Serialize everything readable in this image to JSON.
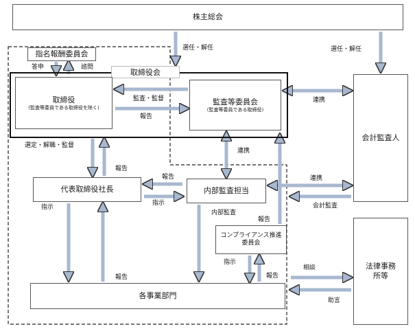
{
  "nodes": {
    "shareholders": "株主総会",
    "nomination": "指名報酬委員会",
    "board": "取締役会",
    "directors_title": "取締役",
    "directors_sub": "(監査等委員である取締役を除く)",
    "audit_committee_title": "監査等委員会",
    "audit_committee_sub": "(監査等委員である取締役)",
    "accounting_auditor": "会計監査人",
    "president": "代表取締役社長",
    "internal_audit": "内部監査担当",
    "compliance": "コンプライアンス推進委員会",
    "law_firm": "法律事務所等",
    "departments": "各事業部門"
  },
  "edge_labels": {
    "elect_dismiss_left": "選任・解任",
    "elect_dismiss_right": "選任・解任",
    "report_nom": "答申",
    "consult_nom": "諮問",
    "audit_supervise": "監査・監督",
    "report_dir_ac": "報告",
    "cooperate_ac_aa": "連携",
    "cooperate_ac_ia": "連携",
    "select_dismiss_supervise": "選定・解職・監督",
    "report_pres_board": "報告",
    "report_ia_pres": "報告",
    "instruct_pres_ia": "指示",
    "cooperate_ia_aa": "連携",
    "accounting_audit": "会計監査",
    "instruct_pres_dept": "指示",
    "internal_audit_label": "内部監査",
    "report_dept_pres": "報告",
    "report_comp_ac": "報告",
    "instruct_comp": "指示",
    "report_dept_comp": "報告",
    "consult_law": "相談",
    "advice_law": "助言"
  }
}
